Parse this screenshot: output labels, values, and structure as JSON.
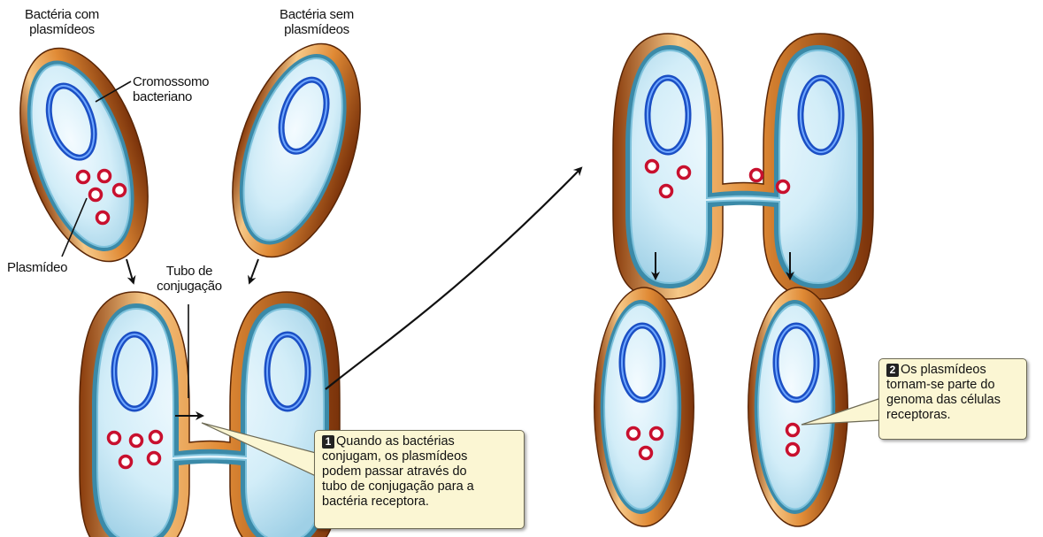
{
  "labels": {
    "bacteria_with": [
      "Bactéria com",
      "plasmídeos"
    ],
    "bacteria_without": [
      "Bactéria sem",
      "plasmídeos"
    ],
    "chromosome": [
      "Cromossomo",
      "bacteriano"
    ],
    "plasmid": "Plasmídeo",
    "tube": [
      "Tubo de",
      "conjugação"
    ]
  },
  "callouts": [
    {
      "number": "1",
      "lines": [
        "Quando as bactérias",
        "conjugam, os plasmídeos",
        "podem passar através do",
        "tubo de conjugação para a",
        "bactéria receptora."
      ]
    },
    {
      "number": "2",
      "lines": [
        "Os plasmídeos",
        "tornam-se parte do",
        "genoma das células",
        "receptoras."
      ]
    }
  ],
  "colors": {
    "wall_outer": "#c8651c",
    "wall_light": "#f4c27a",
    "membrane": "#2f7f9c",
    "cytoplasm": "#d4eefa",
    "chromosome": "#1b4fc4",
    "plasmid": "#c8102e",
    "callout_bg": "#fbf6d3"
  }
}
